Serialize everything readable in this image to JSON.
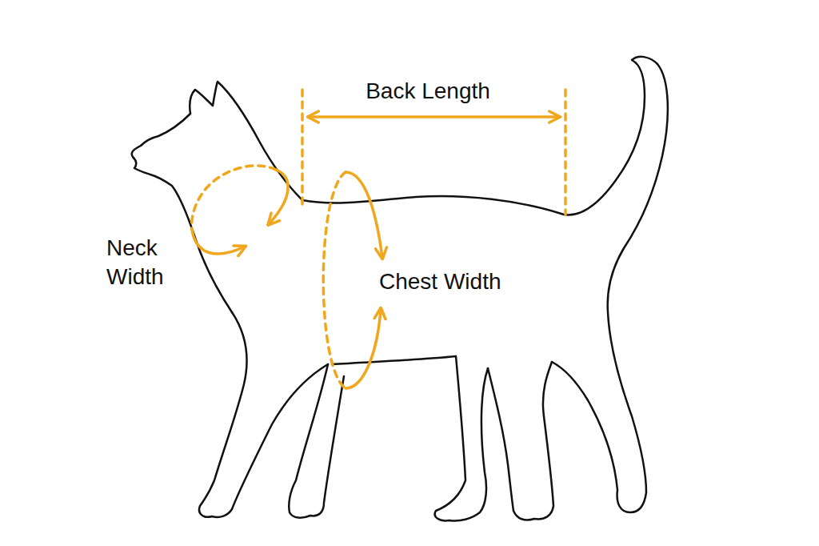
{
  "diagram": {
    "labels": [
      "Back Length",
      "Neck Width",
      "Chest Width"
    ]
  }
}
